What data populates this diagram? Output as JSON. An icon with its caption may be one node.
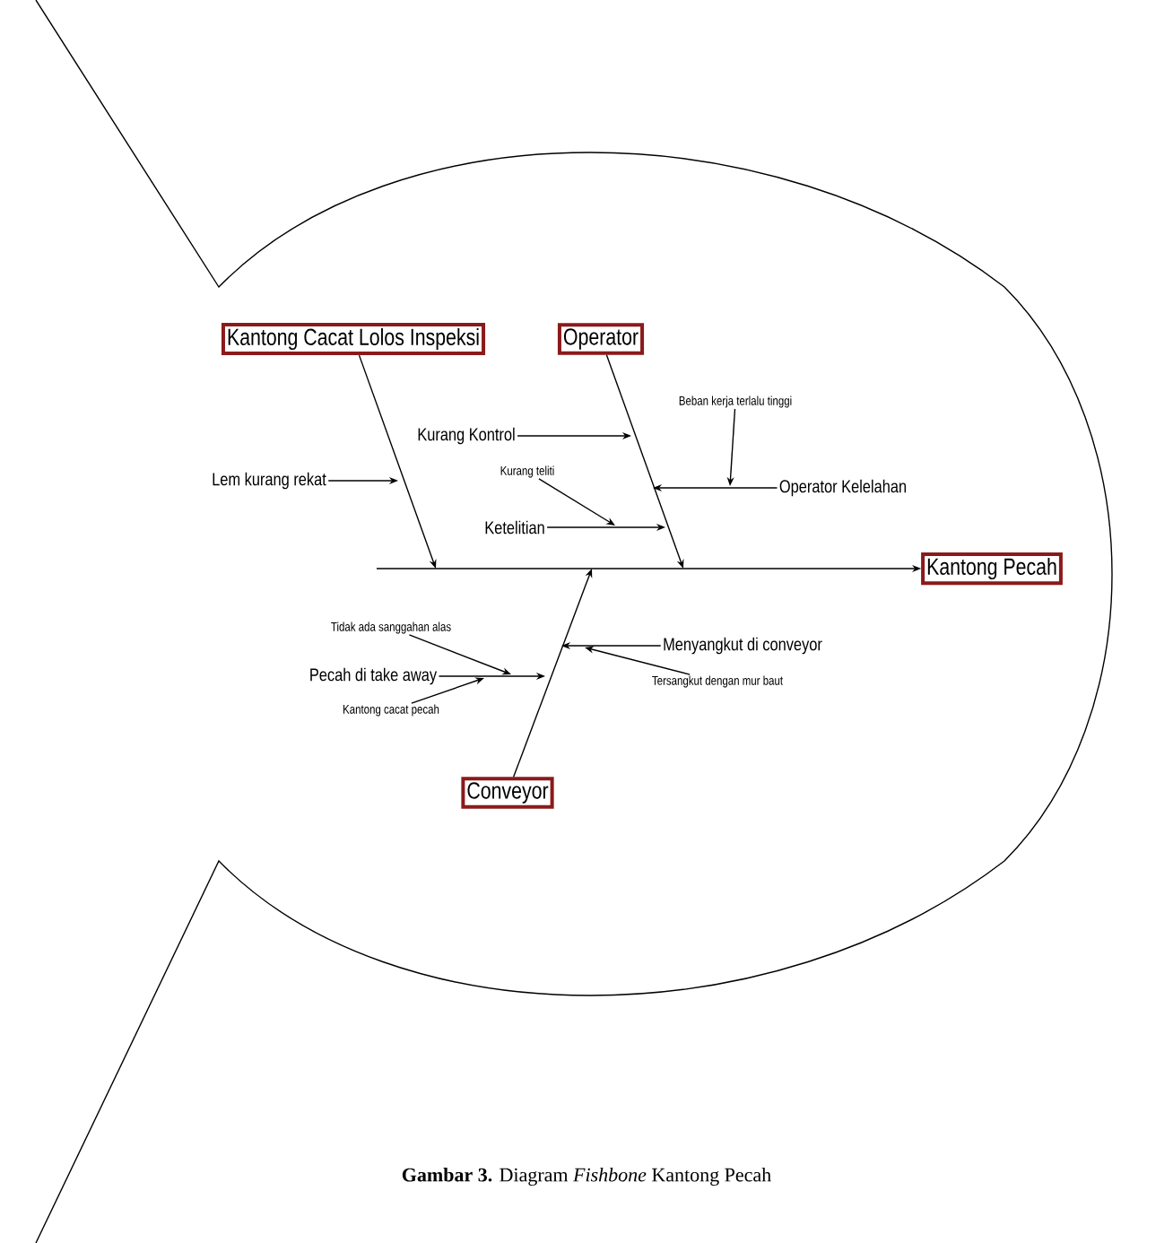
{
  "diagram": {
    "caption": "**Gambar 3.** Diagram *Fishbone* Kantong Pecah",
    "nodes": [
      {
        "text": [
          "Kantong Cacat Lolos Inspeksi"
        ]
      },
      {
        "text": [
          "Operator"
        ]
      },
      {
        "text": [
          "Beban kerja terlalu tinggi"
        ]
      },
      {
        "text": [
          "Kurang Kontrol"
        ]
      },
      {
        "text": [
          "Lem kurang rekat"
        ]
      },
      {
        "text": [
          "Kurang teliti"
        ]
      },
      {
        "text": [
          "Operator Kelelahan"
        ]
      },
      {
        "text": [
          "Ketelitian"
        ]
      },
      {
        "text": [
          "Kantong Pecah"
        ]
      },
      {
        "text": [
          "Menyangkut di conveyor"
        ]
      },
      {
        "text": [
          "Tidak ada sanggahan alas"
        ]
      },
      {
        "text": [
          "Pecah di take away"
        ]
      },
      {
        "text": [
          "Tersangkut dengan mur baut"
        ]
      },
      {
        "text": [
          "Kantong cacat pecah"
        ]
      },
      {
        "text": [
          "Conveyor"
        ]
      }
    ],
    "edges": [
      {
        "from": null,
        "to": 8,
        "arrow": "to"
      },
      {
        "from": 0,
        "to": null,
        "arrow": "to"
      },
      {
        "from": 1,
        "to": null,
        "arrow": "to"
      },
      {
        "from": 14,
        "to": null,
        "arrow": "to"
      },
      {
        "from": 4,
        "to": null,
        "arrow": "to"
      },
      {
        "from": 3,
        "to": null,
        "arrow": "to"
      },
      {
        "from": 6,
        "to": null,
        "arrow": "to"
      },
      {
        "from": 2,
        "to": null,
        "arrow": "to"
      },
      {
        "from": 7,
        "to": null,
        "arrow": "to"
      },
      {
        "from": 5,
        "to": null,
        "arrow": "to"
      },
      {
        "from": 9,
        "to": null,
        "arrow": "to"
      },
      {
        "from": 12,
        "to": null,
        "arrow": "to"
      },
      {
        "from": 11,
        "to": null,
        "arrow": "to"
      },
      {
        "from": 10,
        "to": null,
        "arrow": "to"
      },
      {
        "from": 13,
        "to": null,
        "arrow": "to"
      }
    ]
  }
}
